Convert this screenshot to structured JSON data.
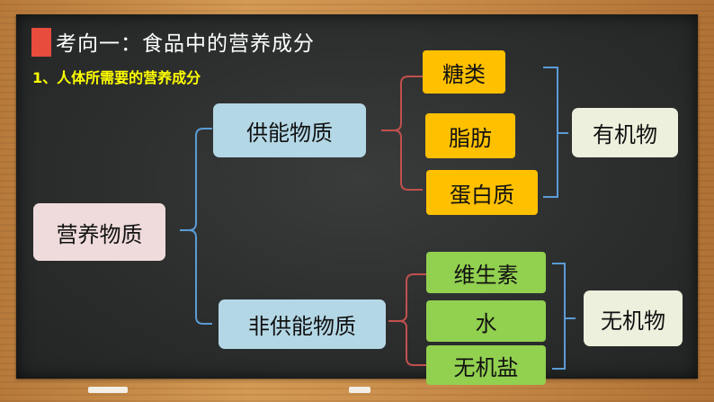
{
  "title": "考向一：食品中的营养成分",
  "subtitle": "1、人体所需要的营养成分",
  "root": "营养物质",
  "groups": {
    "energy": "供能物质",
    "non_energy": "非供能物质"
  },
  "energy_items": [
    "糖类",
    "脂肪",
    "蛋白质"
  ],
  "non_energy_items": [
    "维生素",
    "水",
    "无机盐"
  ],
  "categories": {
    "organic": "有机物",
    "inorganic": "无机物"
  },
  "colors": {
    "bracket_blue": "#5b9bd5",
    "bracket_red": "#c0504d",
    "item_yellow": "#ffc000",
    "item_green": "#92d050"
  }
}
